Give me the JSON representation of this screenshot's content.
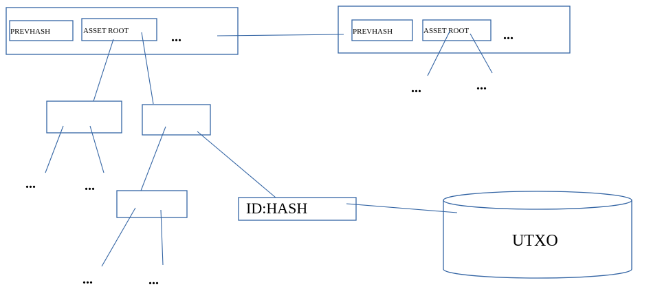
{
  "block_1": {
    "prevhash_label": "PREVHASH",
    "asset_root_label": "ASSET ROOT",
    "ellipsis": "..."
  },
  "block_2": {
    "prevhash_label": "PREVHASH",
    "asset_root_label": "ASSET ROOT",
    "ellipsis": "...",
    "child_left_ellipsis": "...",
    "child_right_ellipsis": "..."
  },
  "tree": {
    "left_node_child_left_ellipsis": "...",
    "left_node_child_right_ellipsis": "...",
    "lower_node_child_left_ellipsis": "...",
    "lower_node_child_right_ellipsis": "..."
  },
  "leaf": {
    "label": "ID:HASH"
  },
  "database": {
    "label": "UTXO"
  },
  "colors": {
    "stroke": "#3465a4",
    "text": "#000000"
  }
}
